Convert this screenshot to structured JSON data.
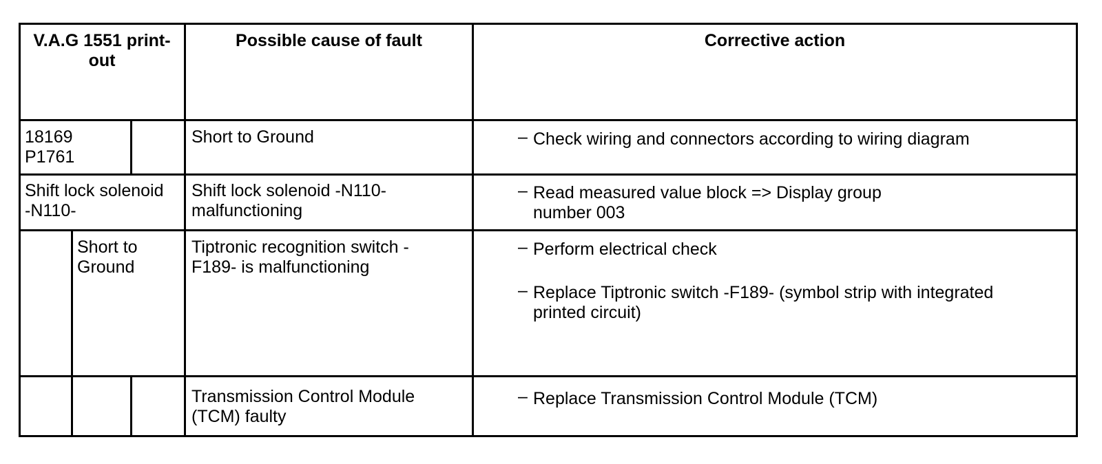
{
  "table": {
    "headers": {
      "printout": "V.A.G 1551 print-\nout",
      "cause": "Possible cause of fault",
      "action": "Corrective action"
    },
    "rows": [
      {
        "code": "18169\nP1761",
        "cause": "Short to Ground",
        "actions": [
          "Check wiring and connectors according to wiring diagram"
        ]
      },
      {
        "code": "Shift lock solenoid\n-N110-",
        "cause": "Shift lock solenoid -N110-\nmalfunctioning",
        "actions": [
          "Read measured value block => Display group\nnumber 003"
        ]
      },
      {
        "code": "Short to\nGround",
        "cause": "Tiptronic recognition switch -\nF189- is malfunctioning",
        "actions": [
          "Perform electrical check",
          "Replace Tiptronic switch -F189- (symbol strip with integrated\nprinted circuit)"
        ]
      },
      {
        "code": "",
        "cause": "Transmission Control Module\n(TCM) faulty",
        "actions": [
          "Replace Transmission Control Module (TCM)"
        ]
      }
    ],
    "dash_symbol": "–"
  }
}
